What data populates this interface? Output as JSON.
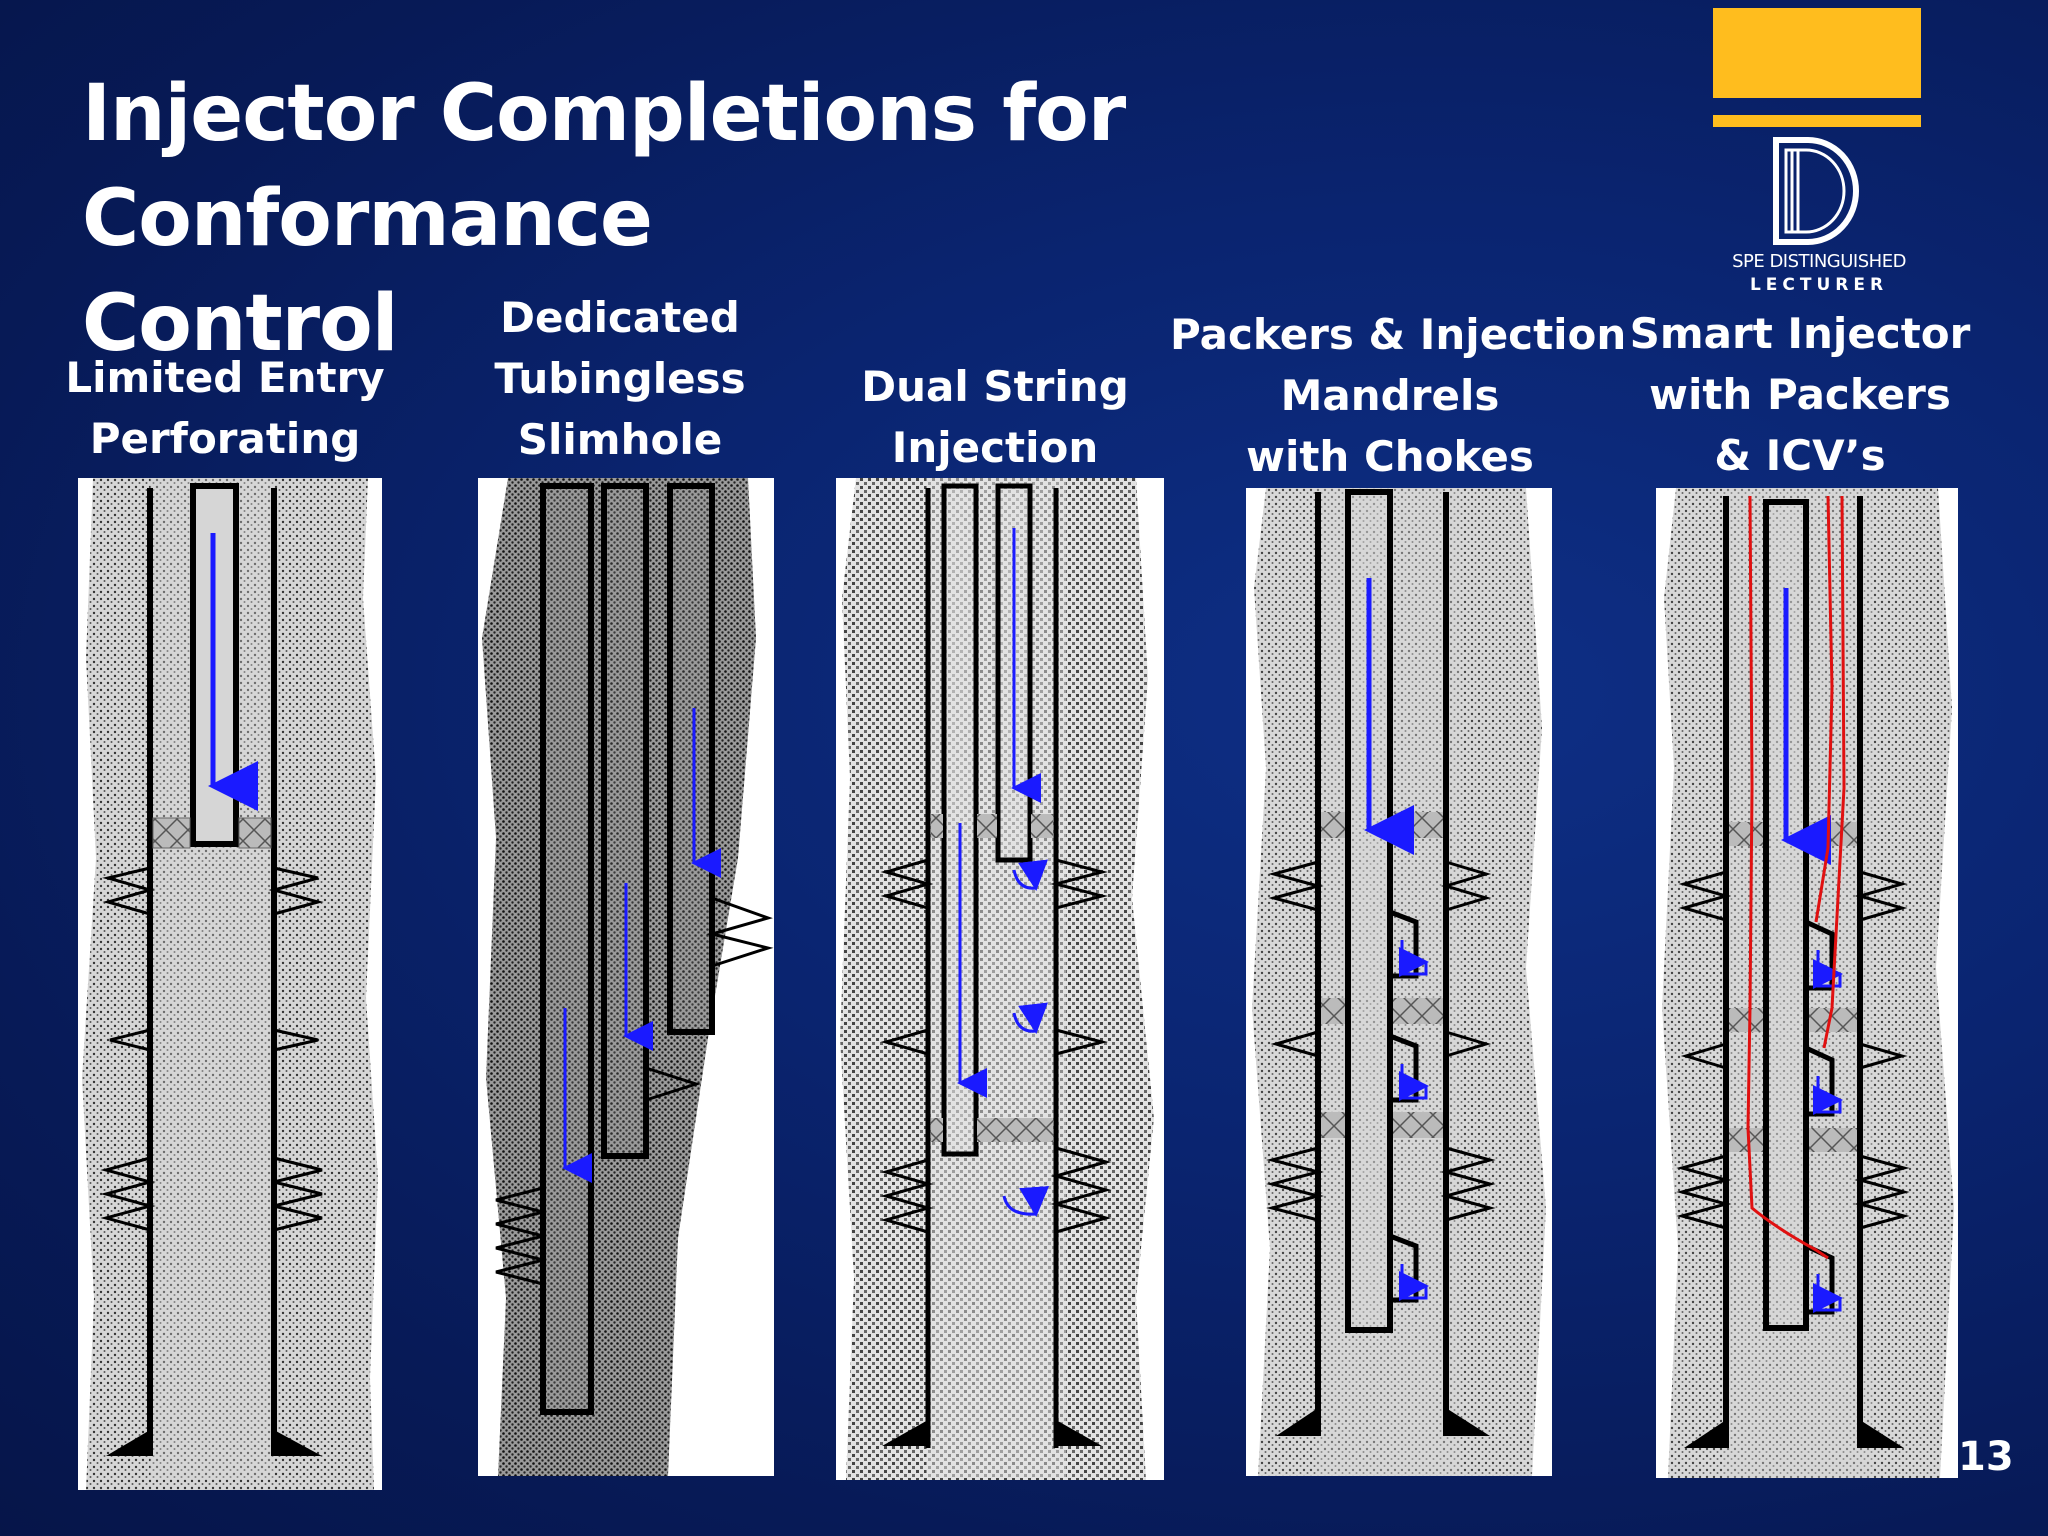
{
  "slide": {
    "title_line1": "Injector Completions for Conformance",
    "title_line2": "Control",
    "page_number": "13"
  },
  "logo": {
    "letter": "D",
    "line1": "SPE DISTINGUISHED",
    "line2": "LECTURER",
    "accent_color": "#ffbd1e"
  },
  "diagrams": [
    {
      "label_lines": [
        "Limited Entry",
        "Perforating"
      ]
    },
    {
      "label_lines": [
        "Dedicated",
        "Tubingless",
        "Slimhole"
      ]
    },
    {
      "label_lines": [
        "Dual String",
        "Injection"
      ]
    },
    {
      "label_lines": [
        "Packers & Injection",
        "Mandrels",
        "with Chokes"
      ]
    },
    {
      "label_lines": [
        "Smart Injector",
        "with Packers",
        "& ICV’s"
      ]
    }
  ],
  "colors": {
    "background": "#0a2470",
    "flow_arrow": "#1a1aff",
    "control_line": "#e01010",
    "formation": "#c8c8c8"
  }
}
